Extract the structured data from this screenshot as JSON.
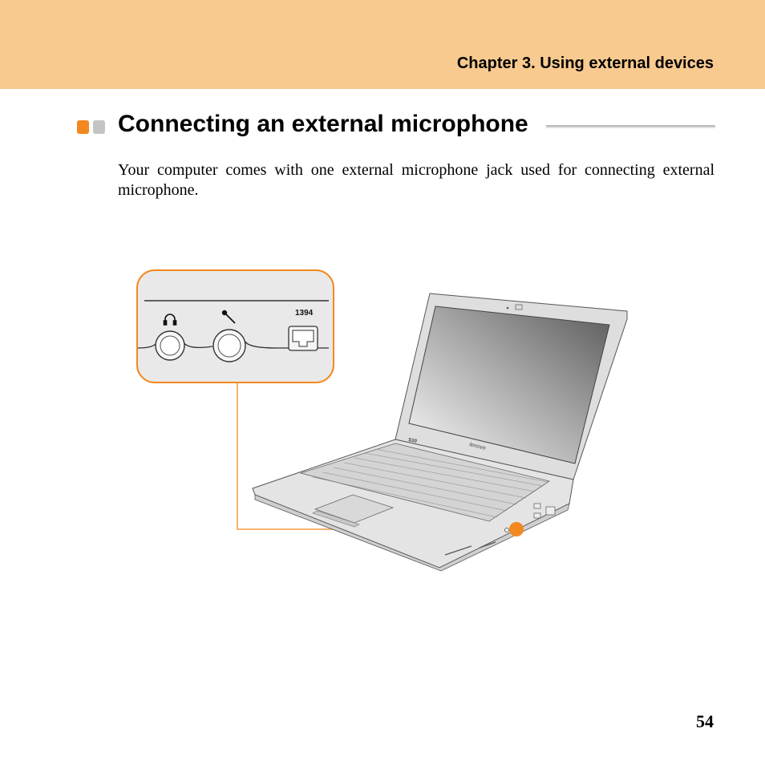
{
  "header": {
    "chapter_title": "Chapter 3. Using external devices",
    "band_color": "#f8ca8f"
  },
  "section": {
    "heading": "Connecting an external microphone",
    "bullet_colors": [
      "#f2881f",
      "#c4c4c4"
    ]
  },
  "body": {
    "paragraph": "Your computer comes with one external microphone jack used for connecting external microphone."
  },
  "figure": {
    "callout_color": "#f2881f",
    "port_label": "1394",
    "ports": [
      "headphone-icon",
      "microphone-icon",
      "1394-port-icon"
    ],
    "laptop_brand_text": "lenovo",
    "laptop_model_text": "S10"
  },
  "footer": {
    "page_number": "54"
  }
}
